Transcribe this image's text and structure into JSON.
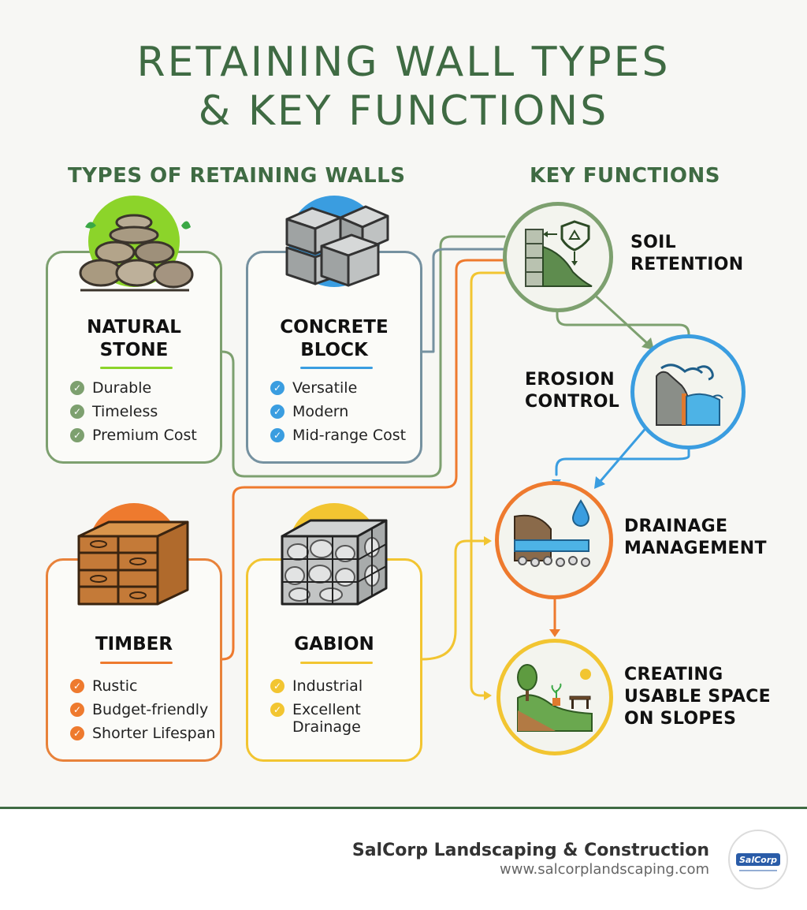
{
  "title": {
    "line1": "RETAINING WALL TYPES",
    "line2": "& KEY FUNCTIONS"
  },
  "types_heading": "TYPES OF RETAINING WALLS",
  "functions_heading": "KEY FUNCTIONS",
  "wall_types": [
    {
      "title_line1": "NATURAL",
      "title_line2": "STONE",
      "color": "#7da06f",
      "accent": "#8cd42a",
      "icon": "stone-stack-icon",
      "features": [
        "Durable",
        "Timeless",
        "Premium Cost"
      ]
    },
    {
      "title_line1": "CONCRETE",
      "title_line2": "BLOCK",
      "color": "#7591a0",
      "accent": "#3a9de0",
      "icon": "concrete-block-icon",
      "features": [
        "Versatile",
        "Modern",
        "Mid-range Cost"
      ]
    },
    {
      "title_line1": "TIMBER",
      "title_line2": "",
      "color": "#e8823a",
      "accent": "#ee7a2e",
      "icon": "timber-stack-icon",
      "features": [
        "Rustic",
        "Budget-friendly",
        "Shorter Lifespan"
      ]
    },
    {
      "title_line1": "GABION",
      "title_line2": "",
      "color": "#f2c531",
      "accent": "#f2c531",
      "icon": "gabion-cage-icon",
      "features": [
        "Industrial",
        "Excellent Drainage"
      ]
    }
  ],
  "functions": [
    {
      "label_line1": "SOIL",
      "label_line2": "RETENTION",
      "label_line3": "",
      "color": "#7da06f",
      "icon": "soil-retention-icon"
    },
    {
      "label_line1": "EROSION",
      "label_line2": "CONTROL",
      "label_line3": "",
      "color": "#3a9de0",
      "icon": "erosion-control-icon"
    },
    {
      "label_line1": "DRAINAGE",
      "label_line2": "MANAGEMENT",
      "label_line3": "",
      "color": "#ee7a2e",
      "icon": "drainage-icon"
    },
    {
      "label_line1": "CREATING",
      "label_line2": "USABLE SPACE",
      "label_line3": "ON SLOPES",
      "color": "#f2c531",
      "icon": "usable-space-icon"
    }
  ],
  "footer": {
    "company": "SalCorp Landscaping & Construction",
    "url": "www.salcorplandscaping.com",
    "logo_text": "SalCorp"
  }
}
